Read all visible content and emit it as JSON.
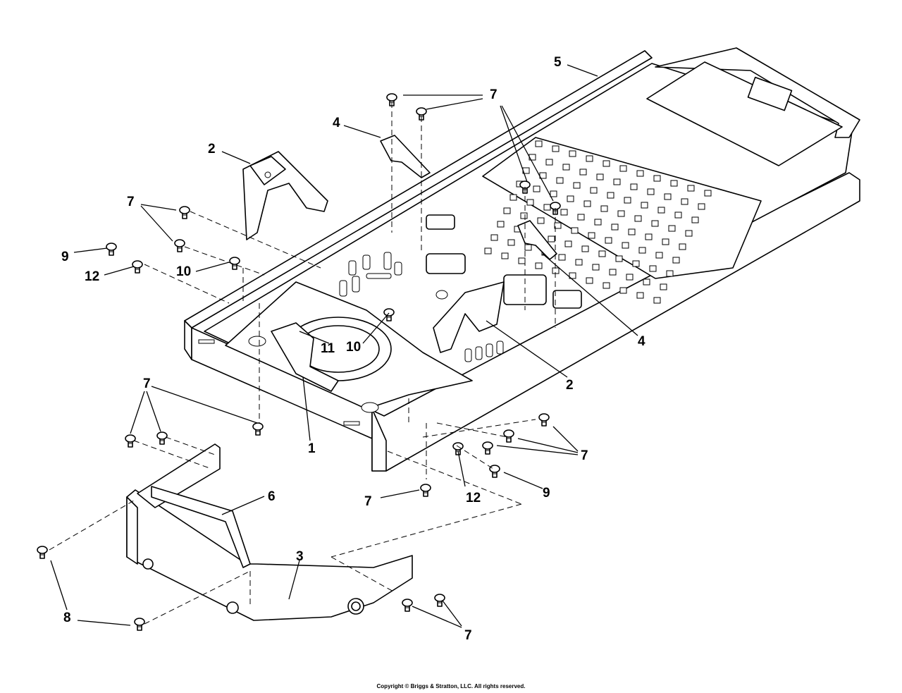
{
  "callouts": {
    "c1": "1",
    "c2a": "2",
    "c2b": "2",
    "c3": "3",
    "c4a": "4",
    "c4b": "4",
    "c5": "5",
    "c6": "6",
    "c7a": "7",
    "c7b": "7",
    "c7c": "7",
    "c7d": "7",
    "c7e": "7",
    "c7f": "7",
    "c8": "8",
    "c9a": "9",
    "c9b": "9",
    "c10a": "10",
    "c10b": "10",
    "c11": "11",
    "c12a": "12",
    "c12b": "12"
  },
  "copyright": "Copyright © Briggs & Stratton, LLC. All rights reserved."
}
